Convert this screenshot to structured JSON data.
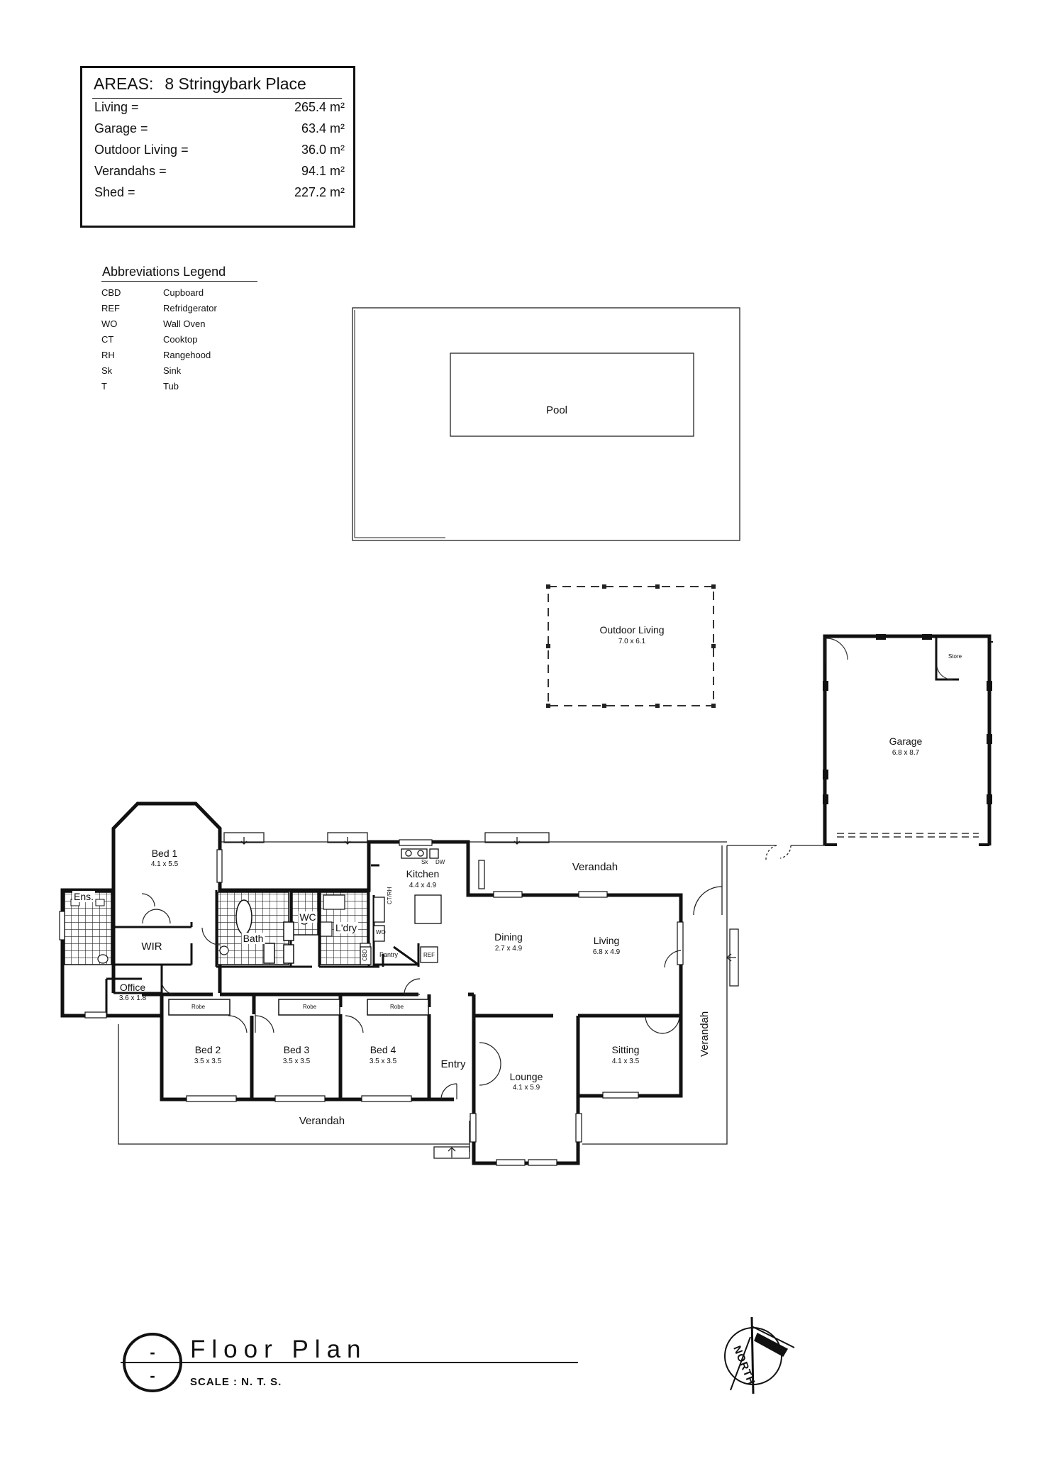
{
  "areas": {
    "title": "AREAS:",
    "address": "8 Stringybark Place",
    "rows": [
      {
        "label": "Living =",
        "value": "265.4 m²"
      },
      {
        "label": "Garage =",
        "value": "63.4 m²"
      },
      {
        "label": "Outdoor Living =",
        "value": "36.0 m²"
      },
      {
        "label": "Verandahs =",
        "value": "94.1 m²"
      },
      {
        "label": "Shed =",
        "value": "227.2 m²"
      }
    ]
  },
  "abbreviations": {
    "title": "Abbreviations Legend",
    "rows": [
      {
        "code": "CBD",
        "desc": "Cupboard"
      },
      {
        "code": "REF",
        "desc": "Refridgerator"
      },
      {
        "code": "WO",
        "desc": "Wall Oven"
      },
      {
        "code": "CT",
        "desc": "Cooktop"
      },
      {
        "code": "RH",
        "desc": "Rangehood"
      },
      {
        "code": "Sk",
        "desc": "Sink"
      },
      {
        "code": "T",
        "desc": "Tub"
      }
    ]
  },
  "plan": {
    "pool": "Pool",
    "outdoor_living": {
      "name": "Outdoor Living",
      "dim": "7.0 x 6.1"
    },
    "garage": {
      "name": "Garage",
      "dim": "6.8 x 8.7",
      "store": "Store"
    },
    "bed1": {
      "name": "Bed 1",
      "dim": "4.1 x 5.5"
    },
    "ens": "Ens.",
    "wir": "WIR",
    "bath": "Bath",
    "wc": "WC",
    "laundry": "L'dry",
    "kitchen": {
      "name": "Kitchen",
      "dim": "4.4 x 4.9",
      "sk": "Sk",
      "dw": "DW"
    },
    "ct_rh": "CT/RH",
    "wo": "WO",
    "pantry": "Pantry",
    "ref": "REF",
    "cbd": "CBD",
    "dining": {
      "name": "Dining",
      "dim": "2.7 x 4.9"
    },
    "living": {
      "name": "Living",
      "dim": "6.8 x 4.9"
    },
    "office": {
      "name": "Office",
      "dim": "3.6 x 1.8"
    },
    "robe": "Robe",
    "bed2": {
      "name": "Bed 2",
      "dim": "3.5 x 3.5"
    },
    "bed3": {
      "name": "Bed 3",
      "dim": "3.5 x 3.5"
    },
    "bed4": {
      "name": "Bed 4",
      "dim": "3.5 x 3.5"
    },
    "entry": "Entry",
    "lounge": {
      "name": "Lounge",
      "dim": "4.1 x 5.9"
    },
    "sitting": {
      "name": "Sitting",
      "dim": "4.1 x 3.5"
    },
    "verandah": "Verandah"
  },
  "title_block": {
    "title": "Floor Plan",
    "scale": "SCALE : N. T. S.",
    "ref_top": "-",
    "ref_bottom": "-",
    "north": "NORTH"
  }
}
